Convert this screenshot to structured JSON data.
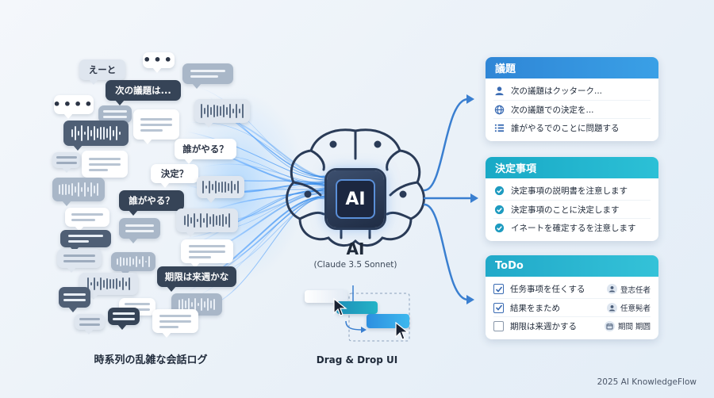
{
  "bubbles": {
    "eto": "えーと",
    "next_agenda": "次の議題は...",
    "who_does": "誰がやる？",
    "decision": "決定？",
    "who_does_2": "誰がやる？",
    "deadline": "期限は来週かな"
  },
  "left_caption": "時系列の乱雑な会話ログ",
  "ai": {
    "chip_text": "AI",
    "title": "AI",
    "model": "(Claude 3.5 Sonnet)"
  },
  "dnd_caption": "Drag & Drop UI",
  "cards": {
    "agenda": {
      "title": "議題",
      "color": "#2f86d6",
      "items": [
        {
          "icon": "person-icon",
          "text": "次の議題はクッターク..."
        },
        {
          "icon": "globe-icon",
          "text": "次の議題での決定を..."
        },
        {
          "icon": "list-icon",
          "text": "誰がやるでのことに問題する"
        }
      ]
    },
    "decisions": {
      "title": "決定事項",
      "color": "#19a9c6",
      "items": [
        {
          "icon": "check-circle-icon",
          "text": "決定事項の説明書を注意します"
        },
        {
          "icon": "check-circle-icon",
          "text": "決定事項のことに決定します"
        },
        {
          "icon": "check-circle-icon",
          "text": "イネートを確定するを注意します"
        }
      ]
    },
    "todo": {
      "title": "ToDo",
      "color": "#21a9c9",
      "items": [
        {
          "checked": true,
          "text": "任务事项を任くする",
          "assignee": "登志任者",
          "assignee_icon": "person-icon"
        },
        {
          "checked": true,
          "text": "結果をまため",
          "assignee": "任意髡者",
          "assignee_icon": "person-icon"
        },
        {
          "checked": false,
          "text": "期限は来週かする",
          "assignee": "期間 期圆",
          "assignee_icon": "calendar-icon"
        }
      ]
    }
  },
  "footer": "2025 AI KnowledgeFlow"
}
